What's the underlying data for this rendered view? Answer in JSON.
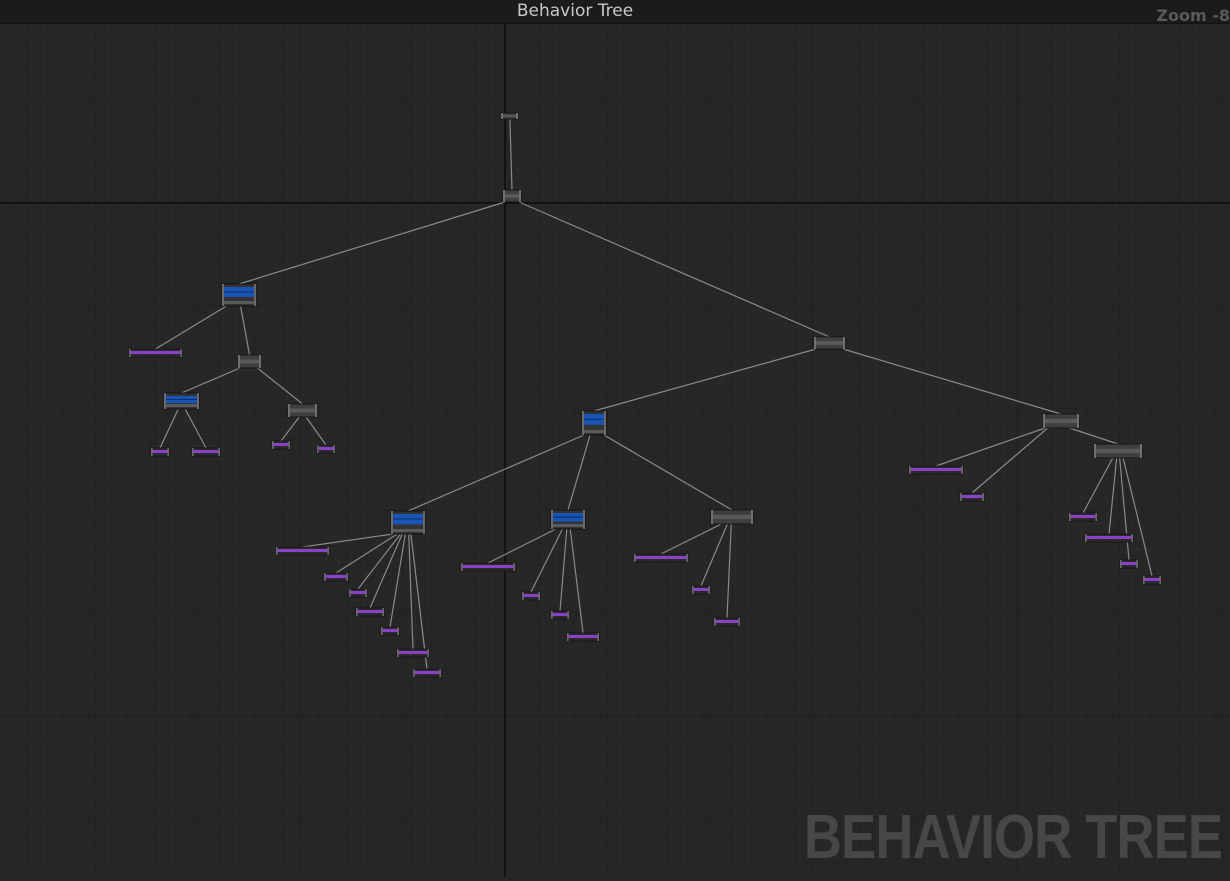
{
  "window": {
    "title": "Behavior Tree",
    "zoom": "Zoom -8"
  },
  "watermark": "BEHAVIOR TREE",
  "colors": {
    "background": "#262626",
    "grid_minor": "#2f2f2f",
    "grid_major": "#1a1a1a",
    "composite_node": "#3f3f3f",
    "selector_node": "#1a55b5",
    "task_node": "#8a40c8",
    "wire": "#8a8a8a"
  },
  "nodes": [
    {
      "id": "root",
      "kind": "root"
    },
    {
      "id": "main",
      "kind": "composite"
    },
    {
      "id": "A",
      "kind": "selector"
    },
    {
      "id": "A_t1",
      "kind": "task"
    },
    {
      "id": "A1",
      "kind": "composite"
    },
    {
      "id": "A1a",
      "kind": "selector"
    },
    {
      "id": "A1a_t1",
      "kind": "task"
    },
    {
      "id": "A1a_t2",
      "kind": "task"
    },
    {
      "id": "A1b",
      "kind": "composite"
    },
    {
      "id": "A1b_t1",
      "kind": "task"
    },
    {
      "id": "A1b_t2",
      "kind": "task"
    },
    {
      "id": "B",
      "kind": "composite"
    },
    {
      "id": "B1",
      "kind": "selector"
    },
    {
      "id": "C1",
      "kind": "selector"
    },
    {
      "id": "C1_t1",
      "kind": "task"
    },
    {
      "id": "C1_t2",
      "kind": "task"
    },
    {
      "id": "C1_t3",
      "kind": "task"
    },
    {
      "id": "C1_t4",
      "kind": "task"
    },
    {
      "id": "C1_t5",
      "kind": "task"
    },
    {
      "id": "C1_t6",
      "kind": "task"
    },
    {
      "id": "C1_t7",
      "kind": "task"
    },
    {
      "id": "C2",
      "kind": "selector"
    },
    {
      "id": "C2_t1",
      "kind": "task"
    },
    {
      "id": "C2_t2",
      "kind": "task"
    },
    {
      "id": "C2_t3",
      "kind": "task"
    },
    {
      "id": "C2_t4",
      "kind": "task"
    },
    {
      "id": "C3",
      "kind": "composite"
    },
    {
      "id": "C3_t1",
      "kind": "task"
    },
    {
      "id": "C3_t2",
      "kind": "task"
    },
    {
      "id": "C3_t3",
      "kind": "task"
    },
    {
      "id": "B2",
      "kind": "composite"
    },
    {
      "id": "B2_t1",
      "kind": "task"
    },
    {
      "id": "B2_t2",
      "kind": "task"
    },
    {
      "id": "B3",
      "kind": "composite"
    },
    {
      "id": "B3_t1",
      "kind": "task"
    },
    {
      "id": "B3_t2",
      "kind": "task"
    },
    {
      "id": "B3_t3",
      "kind": "task"
    },
    {
      "id": "B3_t4",
      "kind": "task"
    }
  ],
  "edges": [
    [
      "root",
      "main"
    ],
    [
      "main",
      "A"
    ],
    [
      "main",
      "B"
    ],
    [
      "A",
      "A_t1"
    ],
    [
      "A",
      "A1"
    ],
    [
      "A1",
      "A1a"
    ],
    [
      "A1",
      "A1b"
    ],
    [
      "A1a",
      "A1a_t1"
    ],
    [
      "A1a",
      "A1a_t2"
    ],
    [
      "A1b",
      "A1b_t1"
    ],
    [
      "A1b",
      "A1b_t2"
    ],
    [
      "B",
      "B1"
    ],
    [
      "B",
      "B2"
    ],
    [
      "B1",
      "C1"
    ],
    [
      "B1",
      "C2"
    ],
    [
      "B1",
      "C3"
    ],
    [
      "C1",
      "C1_t1"
    ],
    [
      "C1",
      "C1_t2"
    ],
    [
      "C1",
      "C1_t3"
    ],
    [
      "C1",
      "C1_t4"
    ],
    [
      "C1",
      "C1_t5"
    ],
    [
      "C1",
      "C1_t6"
    ],
    [
      "C1",
      "C1_t7"
    ],
    [
      "C2",
      "C2_t1"
    ],
    [
      "C2",
      "C2_t2"
    ],
    [
      "C2",
      "C2_t3"
    ],
    [
      "C2",
      "C2_t4"
    ],
    [
      "C3",
      "C3_t1"
    ],
    [
      "C3",
      "C3_t2"
    ],
    [
      "C3",
      "C3_t3"
    ],
    [
      "B2",
      "B2_t1"
    ],
    [
      "B2",
      "B2_t2"
    ],
    [
      "B2",
      "B3"
    ],
    [
      "B3",
      "B3_t1"
    ],
    [
      "B3",
      "B3_t2"
    ],
    [
      "B3",
      "B3_t3"
    ],
    [
      "B3",
      "B3_t4"
    ]
  ]
}
